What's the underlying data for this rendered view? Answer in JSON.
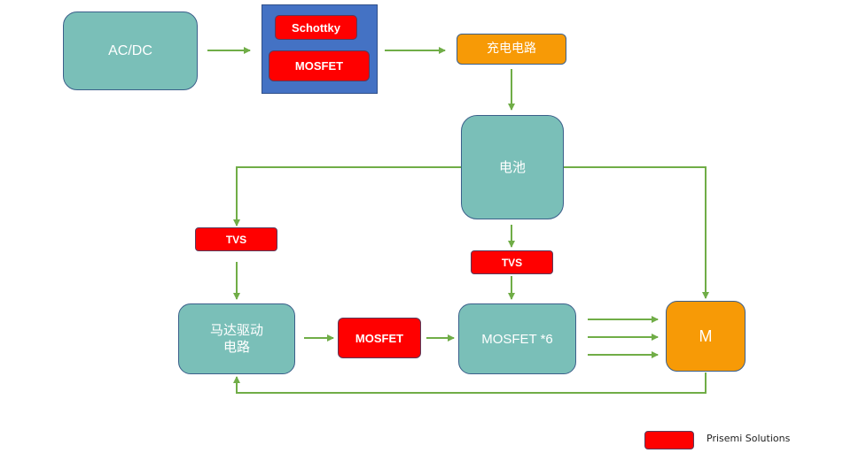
{
  "nodes": {
    "acdc": "AC/DC",
    "schottky": "Schottky",
    "mosfet_top": "MOSFET",
    "charge_circuit": "充电电路",
    "battery": "电池",
    "tvs_left": "TVS",
    "tvs_mid": "TVS",
    "motor_driver_line1": "马达驱动",
    "motor_driver_line2": "电路",
    "mosfet_mid": "MOSFET",
    "mosfet6": "MOSFET *6",
    "motor": "M"
  },
  "legend": {
    "label": "Prisemi Solutions",
    "color": "#ff0000"
  },
  "colors": {
    "teal": "#7abfb8",
    "orange": "#f79a06",
    "red": "#ff0000",
    "blue": "#4472c4",
    "arrow": "#70ad47"
  }
}
